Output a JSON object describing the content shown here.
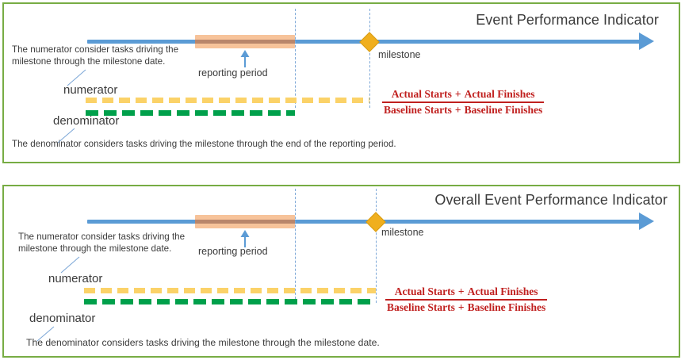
{
  "theme": {
    "panel_border": "#77AC43",
    "timeline_blue": "#5B9BD5",
    "reporting_fill": "#F7C39A",
    "milestone_gold": "#F0AF1E",
    "numerator_yellow": "#FBD268",
    "denominator_green": "#00A04B",
    "formula_red": "#C0201F",
    "dash_guide": "#7FA9D8"
  },
  "panels": [
    {
      "id": "event-performance-indicator",
      "title": "Event Performance Indicator",
      "milestone_label": "milestone",
      "reporting_period_label": "reporting period",
      "numerator_label": "numerator",
      "denominator_label": "denominator",
      "numerator_description": "The numerator consider tasks driving the milestone through the milestone date.",
      "denominator_description": "The denominator considers tasks driving the milestone through the end of the reporting period.",
      "formula": {
        "numerator_left": "Actual Starts",
        "operator": "+",
        "numerator_right": "Actual Finishes",
        "denominator_left": "Baseline Starts",
        "denominator_right": "Baseline Finishes"
      }
    },
    {
      "id": "overall-event-performance-indicator",
      "title": "Overall Event Performance Indicator",
      "milestone_label": "milestone",
      "reporting_period_label": "reporting period",
      "numerator_label": "numerator",
      "denominator_label": "denominator",
      "numerator_description": "The numerator consider tasks driving the milestone through the milestone date.",
      "denominator_description": "The denominator considers tasks driving the milestone through the milestone date.",
      "formula": {
        "numerator_left": "Actual Starts",
        "operator": "+",
        "numerator_right": "Actual Finishes",
        "denominator_left": "Baseline Starts",
        "denominator_right": "Baseline Finishes"
      }
    }
  ]
}
